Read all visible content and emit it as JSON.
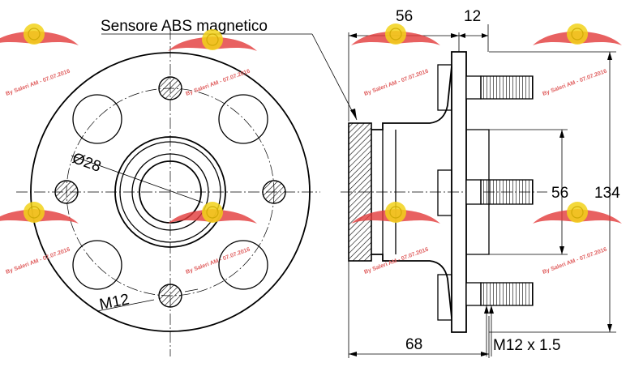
{
  "labels": {
    "sensor": "Sensore ABS magnetico",
    "bore_diameter": "Ø28",
    "stud_thread_front": "M12",
    "hub_width": "56",
    "flange_thickness": "12",
    "bolt_circle": "56",
    "overall_height": "134",
    "overall_length": "68",
    "stud_thread_side": "M12 x 1.5"
  },
  "watermark": {
    "text": "By Saleri AM - 07.07.2016",
    "logo_color": "#e23a3a",
    "badge_color": "#f2d21a"
  }
}
